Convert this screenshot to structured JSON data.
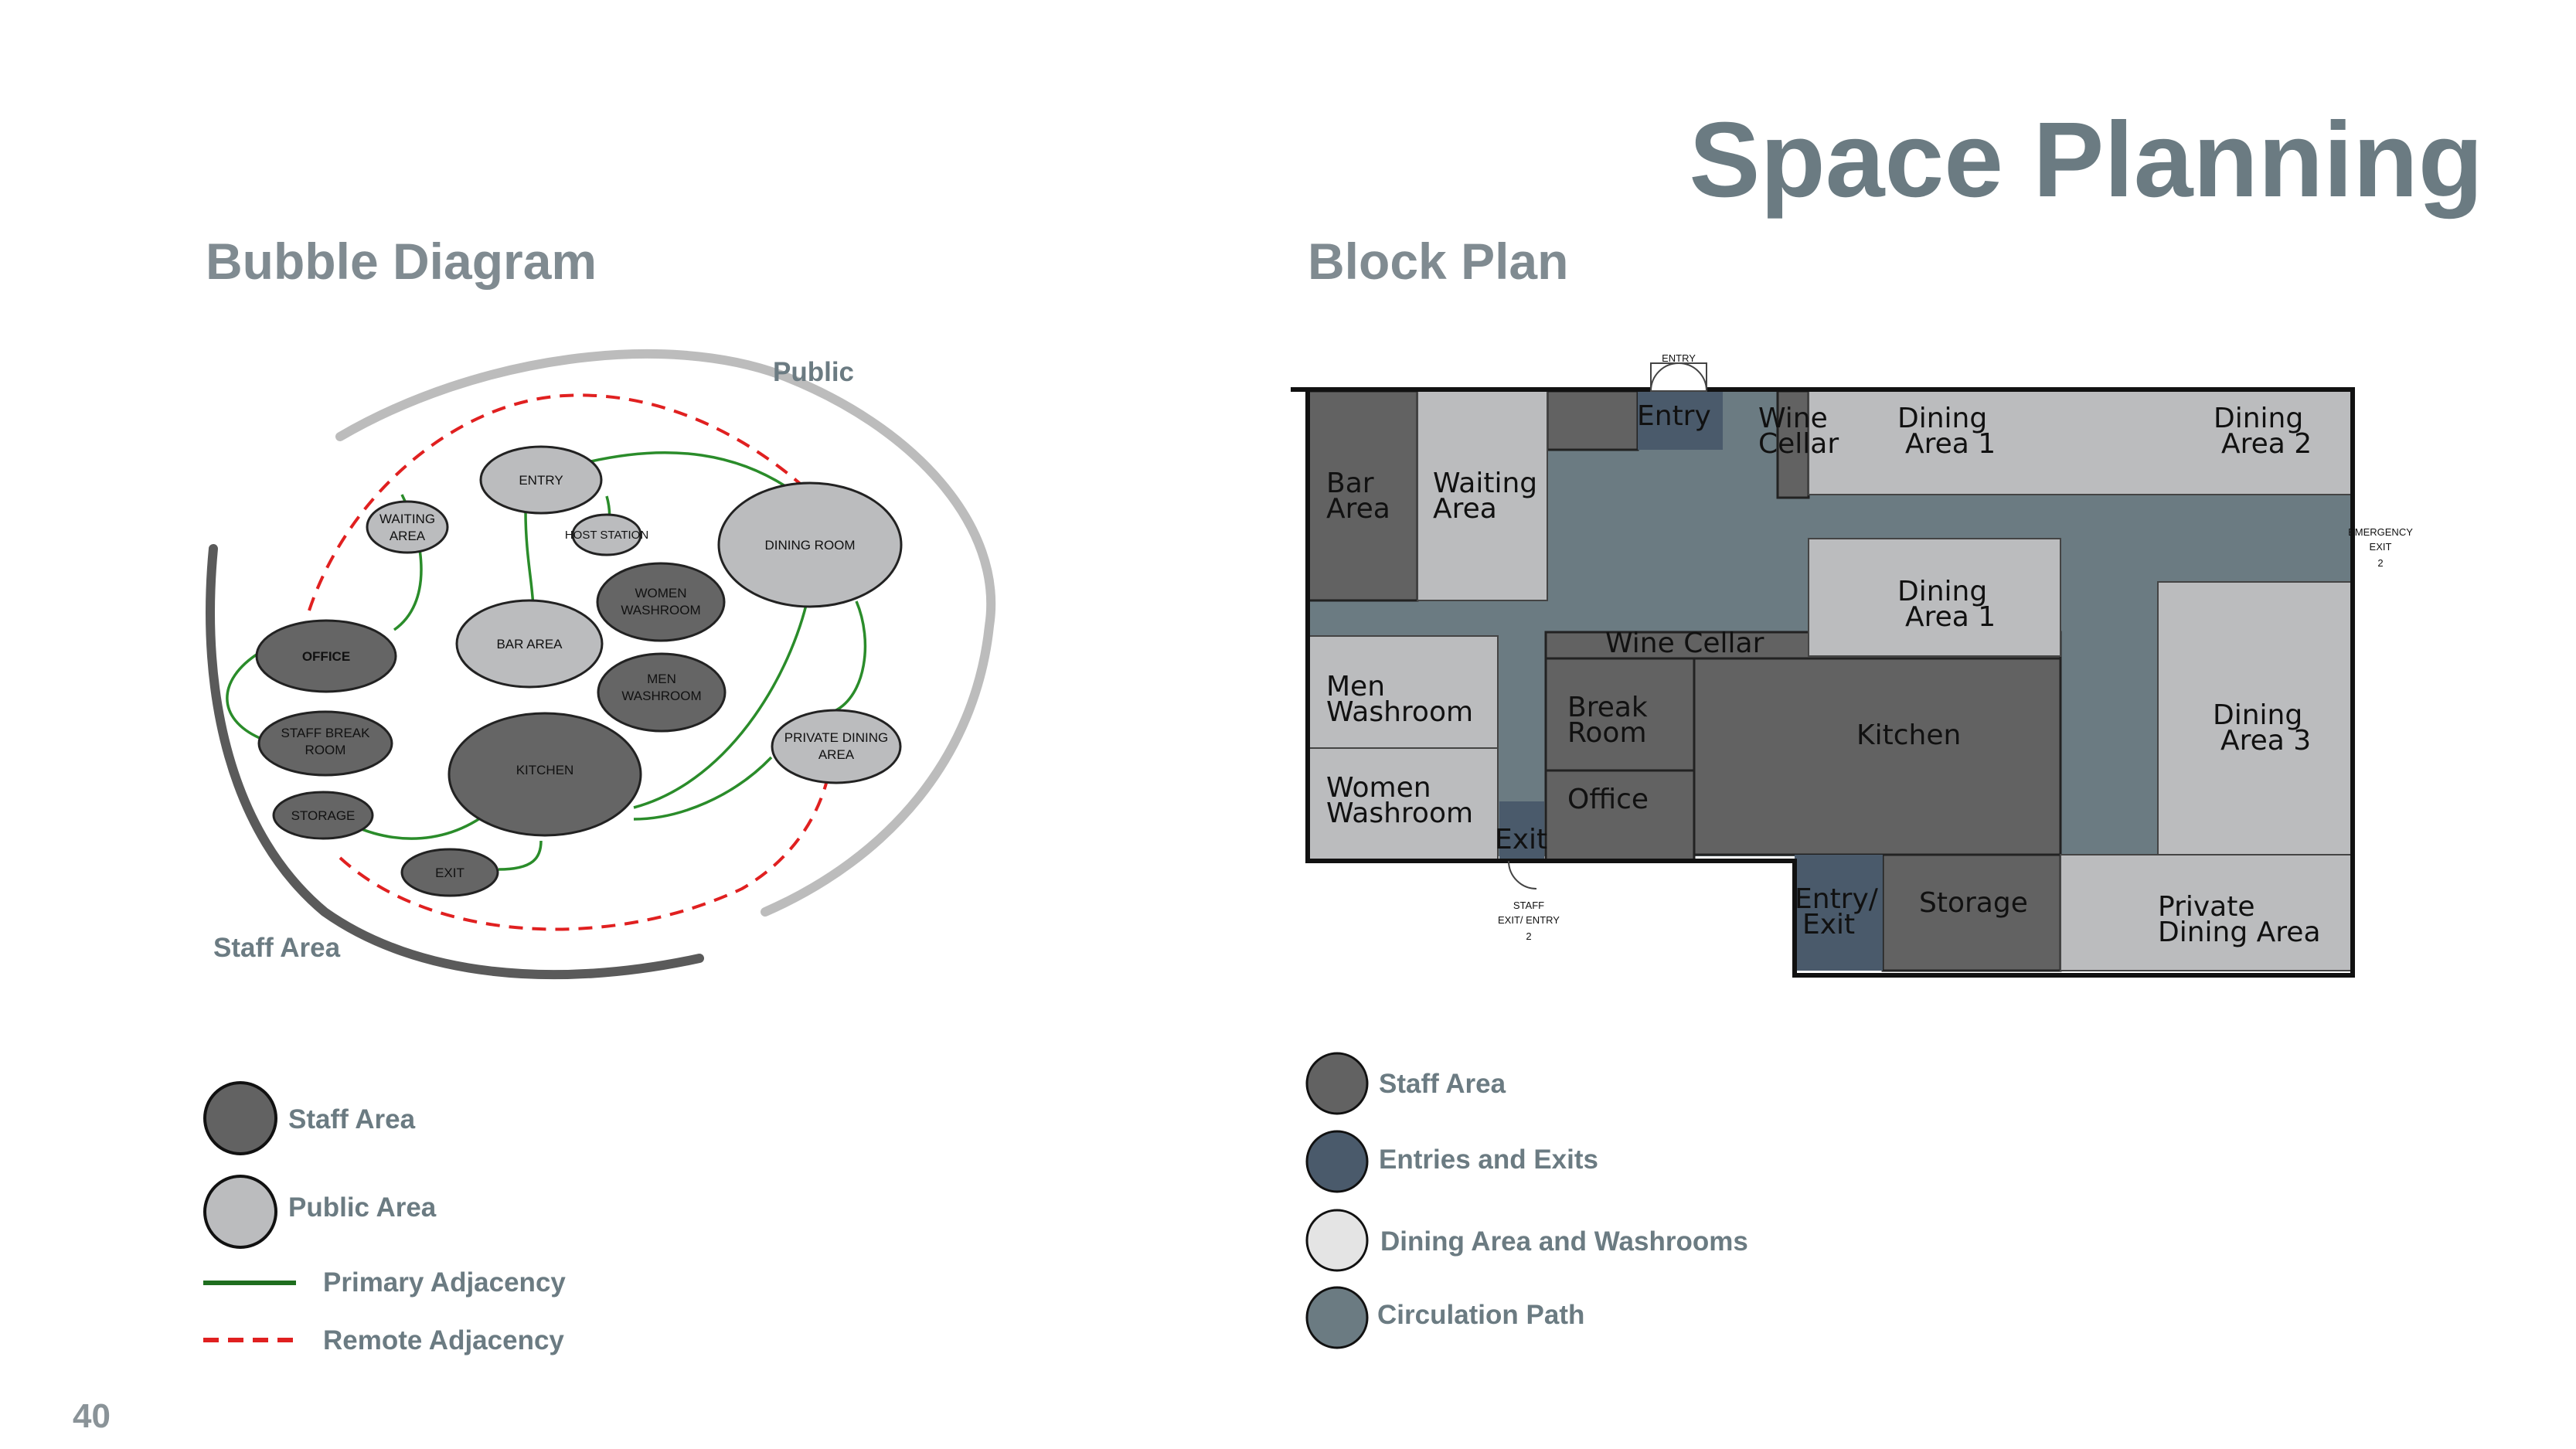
{
  "page": {
    "title": "Space Planning",
    "number": "40"
  },
  "bubble_diagram": {
    "title": "Bubble Diagram",
    "zone_labels": {
      "public": "Public",
      "staff": "Staff Area"
    },
    "bubbles": {
      "entry": "ENTRY",
      "waiting_area": [
        "WAITING",
        "AREA"
      ],
      "host_station": "HOST STATION",
      "dining_room": "DINING ROOM",
      "women_washroom": [
        "WOMEN",
        "WASHROOM"
      ],
      "bar_area": "BAR AREA",
      "office": "OFFICE",
      "men_washroom": [
        "MEN",
        "WASHROOM"
      ],
      "staff_break_room": [
        "STAFF BREAK",
        "ROOM"
      ],
      "kitchen": "KITCHEN",
      "private_dining_area": [
        "PRIVATE   DINING",
        "AREA"
      ],
      "storage": "STORAGE",
      "exit": "EXIT"
    },
    "legend": {
      "staff_area": "Staff Area",
      "public_area": "Public Area",
      "primary_adjacency": "Primary Adjacency",
      "remote_adjacency": "Remote Adjacency"
    }
  },
  "block_plan": {
    "title": "Block Plan",
    "rooms": {
      "bar_area": [
        "Bar",
        "Area"
      ],
      "waiting_area": [
        "Waiting",
        "Area"
      ],
      "entry": "Entry",
      "wine_cellar_top": [
        "Wine",
        "Cellar"
      ],
      "dining_area_1_top": [
        "Dining",
        "Area 1"
      ],
      "dining_area_2": [
        "Dining",
        "Area 2"
      ],
      "dining_area_1_mid": [
        "Dining",
        "Area 1"
      ],
      "wine_cellar_mid": "Wine Cellar",
      "men_washroom": [
        "Men",
        "Washroom"
      ],
      "break_room": [
        "Break",
        "Room"
      ],
      "kitchen": "Kitchen",
      "dining_area_3": [
        "Dining",
        "Area 3"
      ],
      "women_washroom": [
        "Women",
        "Washroom"
      ],
      "office": "Office",
      "exit": "Exit",
      "entry_exit": [
        "Entry/",
        "Exit"
      ],
      "storage": "Storage",
      "private_dining_area": [
        "Private",
        "Dining Area"
      ]
    },
    "annotations": {
      "entry_door": "ENTRY",
      "emergency_exit": [
        "EMERGENCY",
        "EXIT",
        "2"
      ],
      "staff_exit": [
        "STAFF",
        "EXIT/ ENTRY",
        "2"
      ]
    },
    "legend": {
      "staff_area": "Staff Area",
      "entries_exits": "Entries and Exits",
      "dining_washrooms": "Dining Area and Washrooms",
      "circulation": "Circulation Path"
    }
  },
  "colors": {
    "title": "#6b7b82",
    "staff": "#626262",
    "public": "#bbbcbe",
    "entries": "#4a5a6b",
    "circulation": "#6b7b82",
    "primary_line": "#2a8c2a",
    "remote_line": "#e02020"
  }
}
